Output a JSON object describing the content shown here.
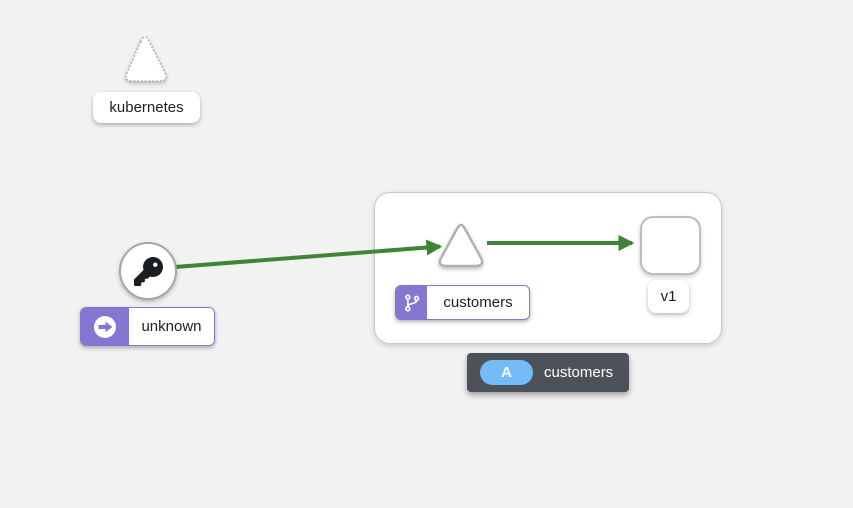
{
  "canvas": {
    "background": "#f2f2f2"
  },
  "colors": {
    "edge_healthy": "#3E8635",
    "badge_purple": "#8476d1",
    "node_border_gray": "#b1b1b1",
    "tooltip_bg": "#4d5258",
    "app_badge_blue": "#73bcf7"
  },
  "nodes": {
    "kubernetes": {
      "label": "kubernetes",
      "shape": "dashed-triangle"
    },
    "unknown": {
      "label": "unknown",
      "shape": "circle",
      "icon": "key-icon",
      "badge_icon": "arrow-circle-right-icon"
    },
    "customers_service": {
      "label": "customers",
      "shape": "triangle",
      "badge_icon": "code-branch-icon"
    },
    "v1_workload": {
      "label": "v1",
      "shape": "rounded-square"
    }
  },
  "group_box": {
    "app": "customers"
  },
  "edges": [
    {
      "name": "unknown-to-customers",
      "status": "healthy"
    },
    {
      "name": "customers-to-v1",
      "status": "healthy"
    }
  ],
  "tooltip": {
    "badge": "A",
    "label": "customers"
  }
}
